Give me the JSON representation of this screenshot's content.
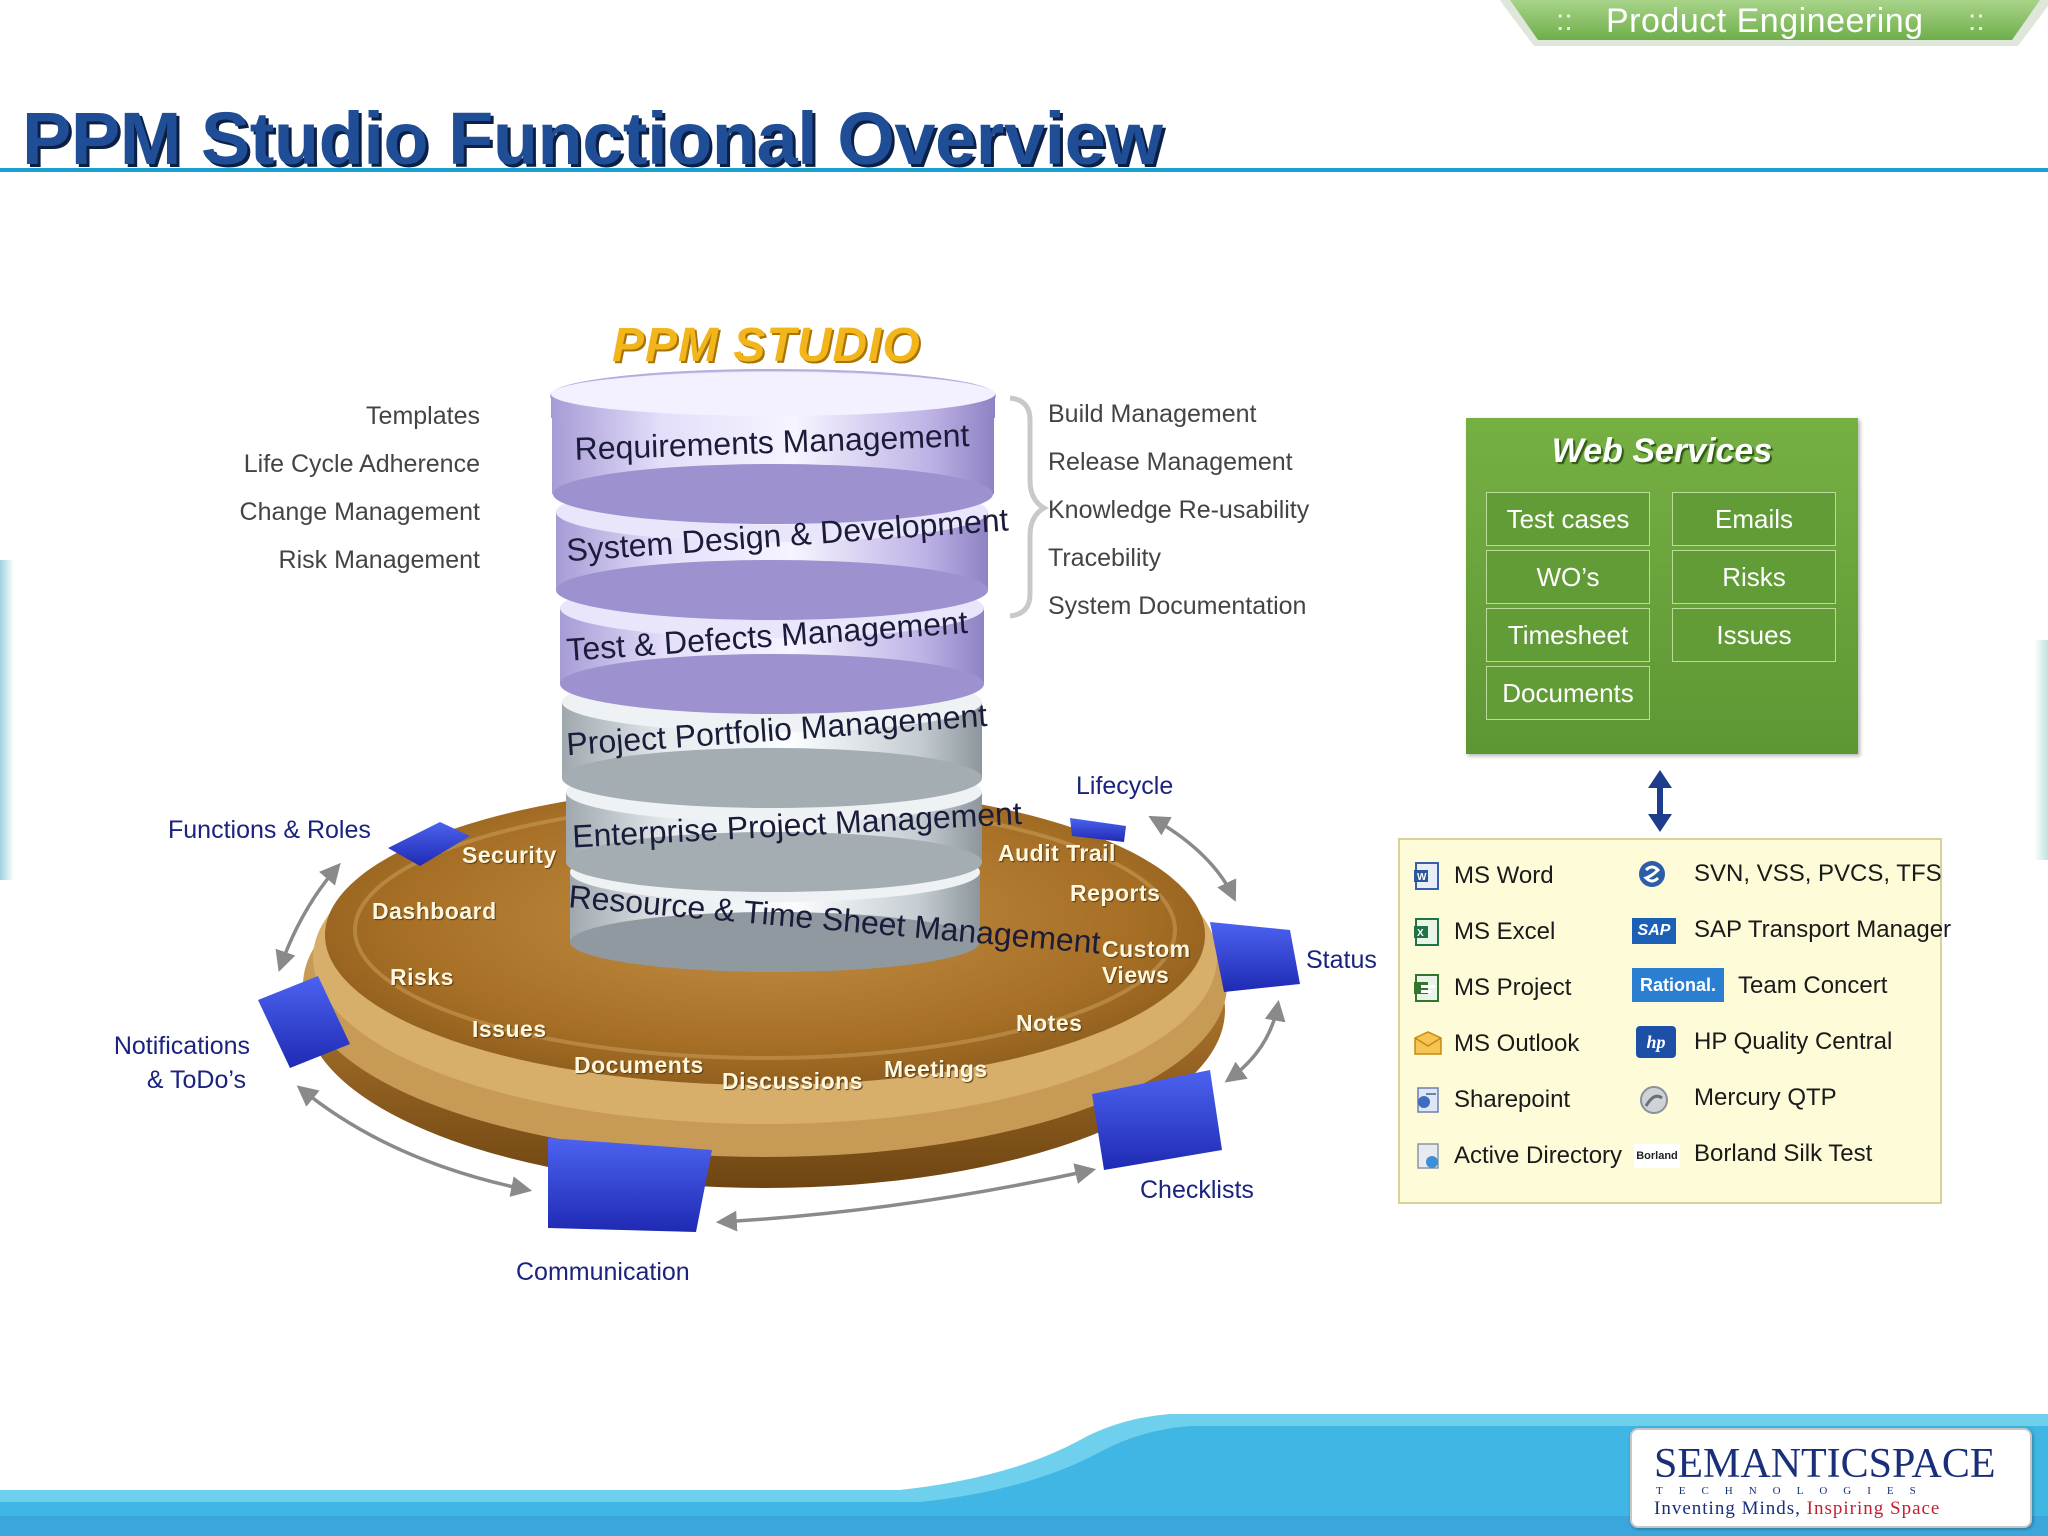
{
  "header": {
    "section_tab": "Product Engineering",
    "tab_dots_left": "::",
    "tab_dots_right": "::",
    "title": "PPM Studio Functional Overview"
  },
  "studio": {
    "title": "PPM STUDIO",
    "layers": [
      "Requirements Management",
      "System Design & Development",
      "Test & Defects Management",
      "Project Portfolio Management",
      "Enterprise Project Management",
      "Resource & Time Sheet Management"
    ]
  },
  "left_features": [
    "Templates",
    "Life Cycle Adherence",
    "Change Management",
    "Risk Management"
  ],
  "right_features": [
    "Build Management",
    "Release Management",
    "Knowledge Re-usability",
    "Tracebility",
    "System Documentation"
  ],
  "disc_items": {
    "security": "Security",
    "dashboard": "Dashboard",
    "risks": "Risks",
    "issues": "Issues",
    "documents": "Documents",
    "discussions": "Discussions",
    "meetings": "Meetings",
    "notes": "Notes",
    "custom_views_1": "Custom",
    "custom_views_2": "Views",
    "reports": "Reports",
    "audit_trail": "Audit Trail"
  },
  "outer_labels": {
    "functions_roles": "Functions & Roles",
    "lifecycle": "Lifecycle",
    "status": "Status",
    "checklists": "Checklists",
    "communication": "Communication",
    "notifications_1": "Notifications",
    "notifications_2": "& ToDo’s"
  },
  "web_services": {
    "title": "Web Services",
    "items": [
      "Test cases",
      "Emails",
      "WO’s",
      "Risks",
      "Timesheet",
      "Issues",
      "Documents"
    ]
  },
  "integrations": {
    "left": [
      {
        "label": "MS Word",
        "icon": "ms-word-icon"
      },
      {
        "label": "MS Excel",
        "icon": "ms-excel-icon"
      },
      {
        "label": "MS Project",
        "icon": "ms-project-icon"
      },
      {
        "label": "MS Outlook",
        "icon": "ms-outlook-icon"
      },
      {
        "label": "Sharepoint",
        "icon": "sharepoint-icon"
      },
      {
        "label": "Active Directory",
        "icon": "active-directory-icon"
      }
    ],
    "right": [
      {
        "label": "SVN, VSS, PVCS, TFS",
        "icon": "version-control-icon"
      },
      {
        "label": "SAP Transport Manager",
        "icon": "sap-icon",
        "badge": "SAP"
      },
      {
        "label": "Team Concert",
        "icon": "rational-icon",
        "badge": "Rational."
      },
      {
        "label": "HP Quality Central",
        "icon": "hp-icon",
        "badge": "hp"
      },
      {
        "label": "Mercury QTP",
        "icon": "mercury-icon"
      },
      {
        "label": "Borland Silk Test",
        "icon": "borland-icon",
        "badge": "Borland"
      }
    ]
  },
  "logo": {
    "name": "SEMANTICSPACE",
    "sub": "TECHNOLOGIES",
    "tag_part1": "Inventing Minds,",
    "tag_part2": "Inspiring Space"
  },
  "colors": {
    "title_blue": "#1f4e96",
    "rule_blue": "#1a9fd0",
    "studio_gold": "#f2b51a",
    "web_services_green": "#6aa63b",
    "tools_bg": "#fdfbd8",
    "disc_brown": "#b8863b",
    "tab_blue": "#2d3fd6"
  }
}
